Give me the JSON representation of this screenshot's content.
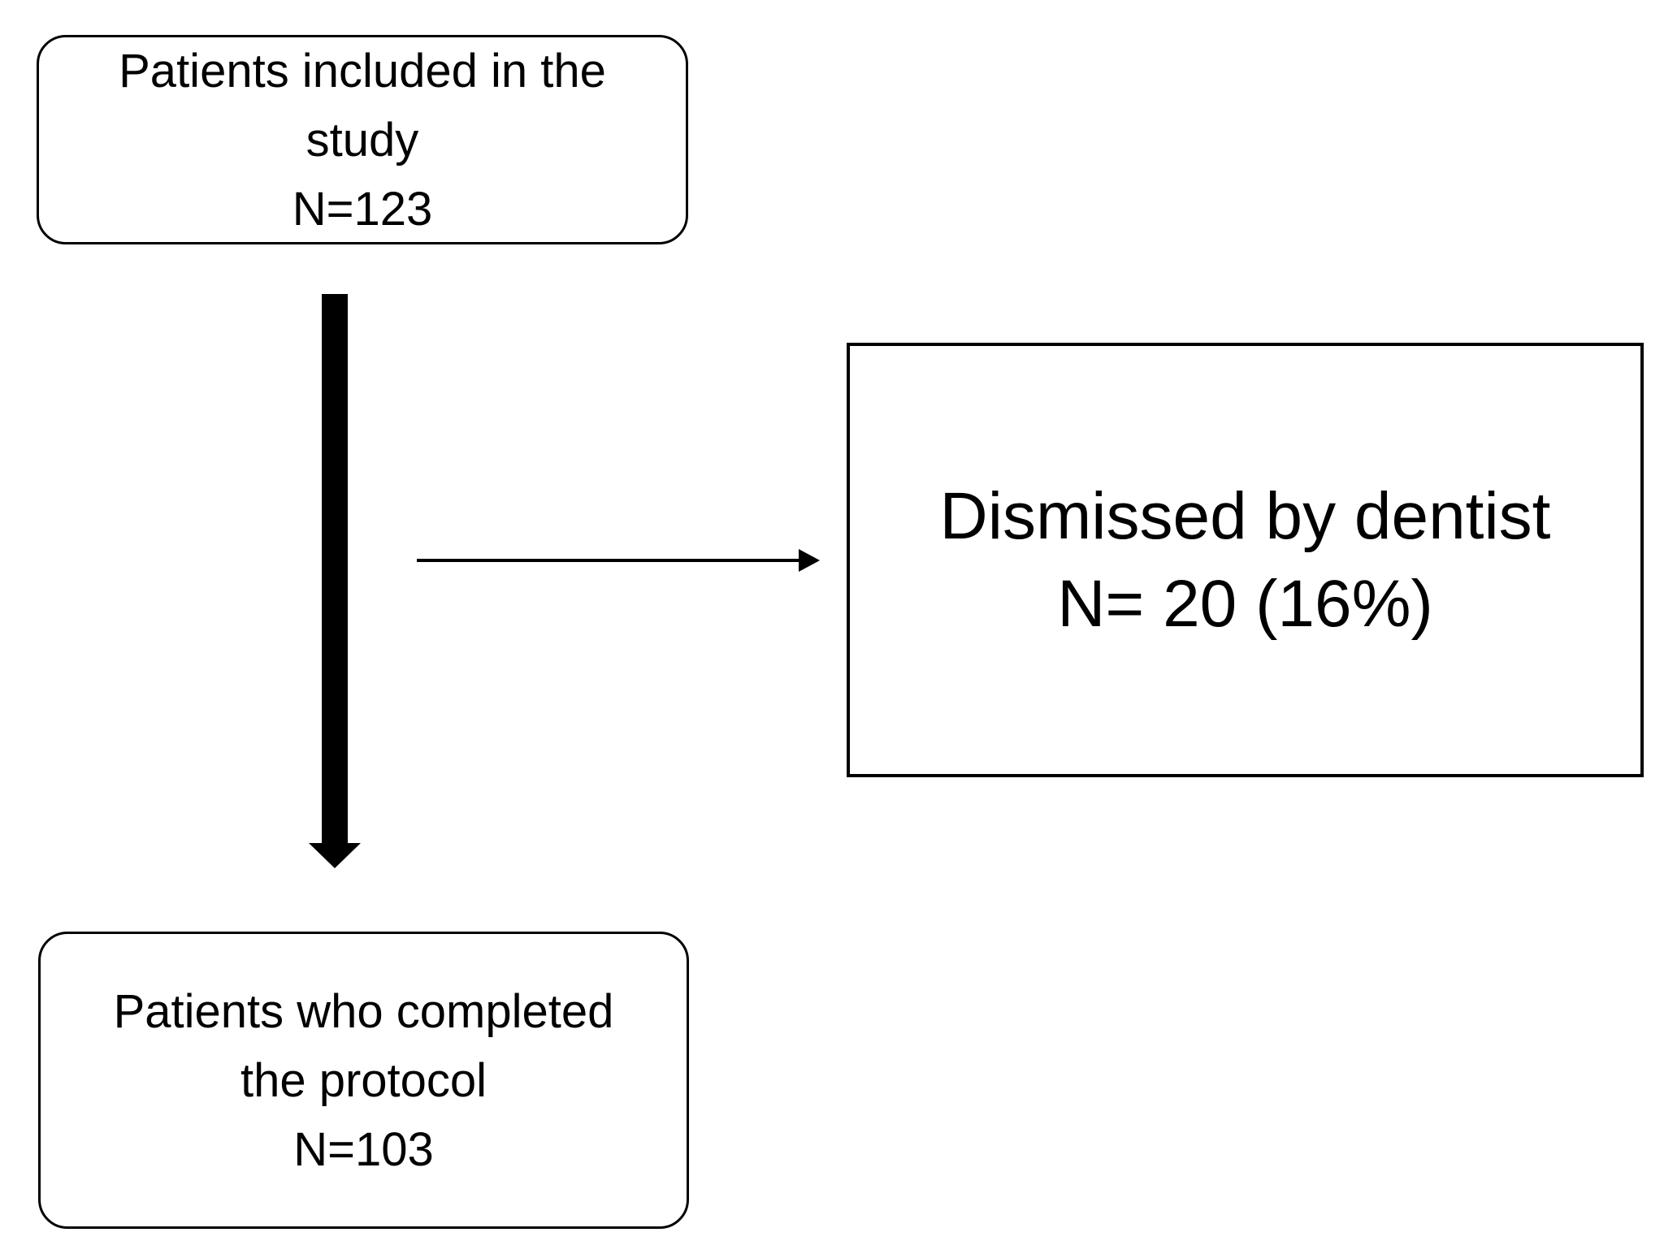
{
  "figure": {
    "type": "study-flow-diagram",
    "background_color": "#ffffff",
    "ink_color": "#000000",
    "nodes": {
      "included": {
        "shape": "rounded-rectangle",
        "lines": [
          "Patients included in the",
          "study",
          "N=123"
        ]
      },
      "dismissed": {
        "shape": "rectangle",
        "lines": [
          "Dismissed by dentist",
          "N= 20 (16%)"
        ]
      },
      "completed": {
        "shape": "rounded-rectangle",
        "lines": [
          "Patients who completed",
          "the protocol",
          "N=103"
        ]
      }
    },
    "connectors": [
      {
        "name": "included-to-completed",
        "style": "thick-solid-arrow",
        "direction": "down"
      },
      {
        "name": "included-to-dismissed",
        "style": "thin-line-arrow",
        "direction": "right"
      }
    ]
  }
}
